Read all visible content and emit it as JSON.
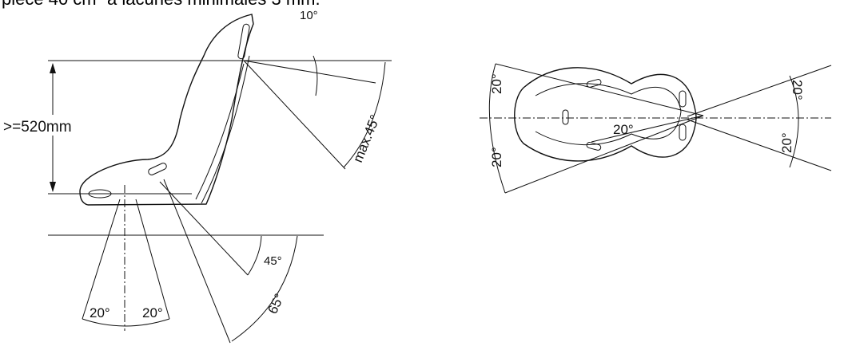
{
  "caption": "pièce 40 cm² à lacunes minimales 3 mm.",
  "side_view": {
    "height_label": ">=520mm",
    "head_angle": "10°",
    "head_max_angle": "max.45°",
    "belt_angle_left": "20°",
    "belt_angle_right": "20°",
    "shoulder_angle": "45°",
    "hip_angle": "65°"
  },
  "top_view": {
    "left_top_angle": "20°",
    "left_bottom_angle": "20°",
    "center_angle": "20°",
    "right_top_angle": "20°",
    "right_bottom_angle": "20°"
  },
  "colors": {
    "ink": "#111111",
    "background": "#ffffff"
  }
}
